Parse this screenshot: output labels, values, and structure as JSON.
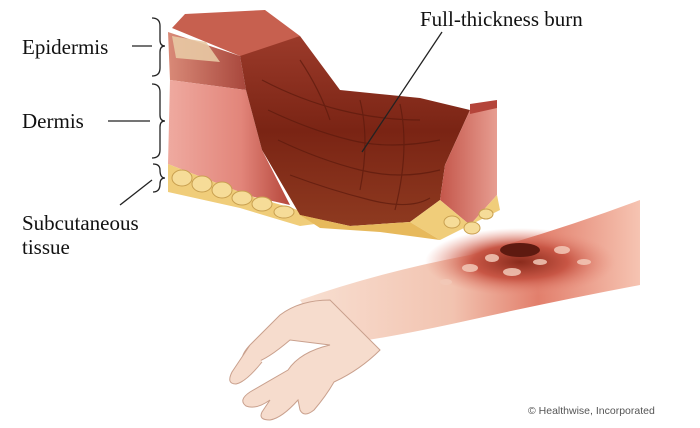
{
  "labels": {
    "epidermis": "Epidermis",
    "dermis": "Dermis",
    "subcutaneous_line1": "Subcutaneous",
    "subcutaneous_line2": "tissue",
    "burn": "Full-thickness burn"
  },
  "credit": "© Healthwise, Incorporated",
  "colors": {
    "epidermis": "#e8a98c",
    "dermis": "#e39a8e",
    "fat": "#f0cd7a",
    "burn": "#7a2414",
    "skin": "#f4d2c0"
  }
}
